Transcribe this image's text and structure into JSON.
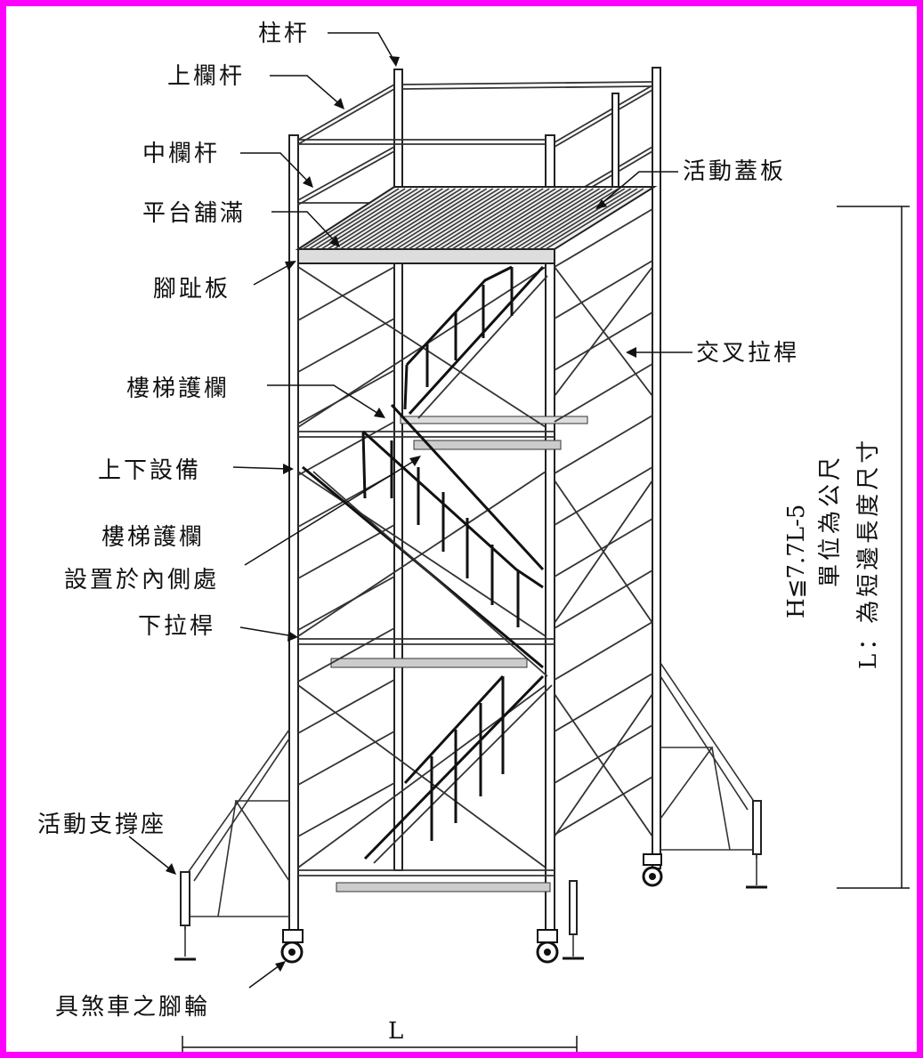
{
  "labels": {
    "post": "柱杆",
    "top_rail": "上欄杆",
    "mid_rail": "中欄杆",
    "platform_full": "平台舖滿",
    "toe_board": "腳趾板",
    "stair_guardrail": "樓梯護欄",
    "access_equipment": "上下設備",
    "stair_guardrail_inner_1": "樓梯護欄",
    "stair_guardrail_inner_2": "設置於內側處",
    "bottom_brace": "下拉桿",
    "outrigger": "活動支撐座",
    "casters": "具煞車之腳輪",
    "hatch_cover": "活動蓋板",
    "cross_brace": "交叉拉桿"
  },
  "dimensions": {
    "width_label": "L",
    "height_formula": "H≦7.7L-5",
    "unit_note": "單位為公尺",
    "l_note": "L：為短邊長度尺寸"
  },
  "colors": {
    "border": "#ff00ff"
  }
}
